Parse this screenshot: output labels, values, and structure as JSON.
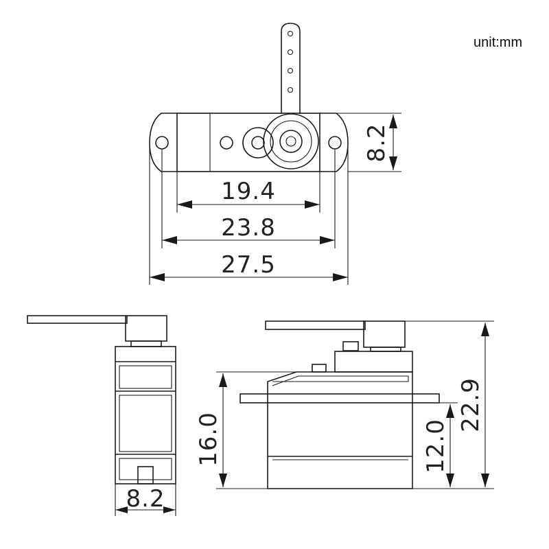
{
  "unit_label": "unit:mm",
  "dimensions": {
    "top_height": "8.2",
    "spacing_inner": "19.4",
    "spacing_holes": "23.8",
    "width_overall": "27.5",
    "side_width": "8.2",
    "body_height": "16.0",
    "mount_height": "12.0",
    "total_height": "22.9"
  }
}
